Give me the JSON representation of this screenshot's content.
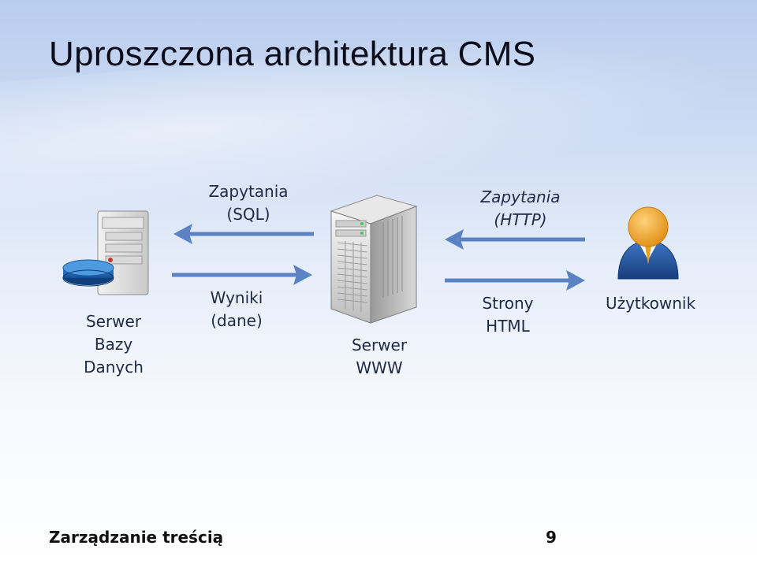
{
  "slide": {
    "title": "Uproszczona architektura CMS",
    "footer_left": "Zarządzanie treścią",
    "page_number": "9"
  },
  "diagram": {
    "nodes": [
      {
        "id": "db-server",
        "label": "Serwer\nBazy\nDanych",
        "icon": "database-server-icon"
      },
      {
        "id": "web-server",
        "label": "Serwer\nWWW",
        "icon": "server-tower-icon"
      },
      {
        "id": "user",
        "label": "Użytkownik",
        "icon": "user-icon"
      }
    ],
    "edges": [
      {
        "from": "web-server",
        "to": "db-server",
        "label": "Zapytania\n(SQL)",
        "italic": false
      },
      {
        "from": "db-server",
        "to": "web-server",
        "label": "Wyniki\n(dane)",
        "italic": false
      },
      {
        "from": "user",
        "to": "web-server",
        "label": "Zapytania\n(HTTP)",
        "italic": true
      },
      {
        "from": "web-server",
        "to": "user",
        "label": "Strony\nHTML",
        "italic": false
      }
    ],
    "colors": {
      "arrow": "#5b83c4",
      "db_disk": "#1f5fa8",
      "user_head": "#f0a22a",
      "user_body": "#1d4f95"
    }
  }
}
